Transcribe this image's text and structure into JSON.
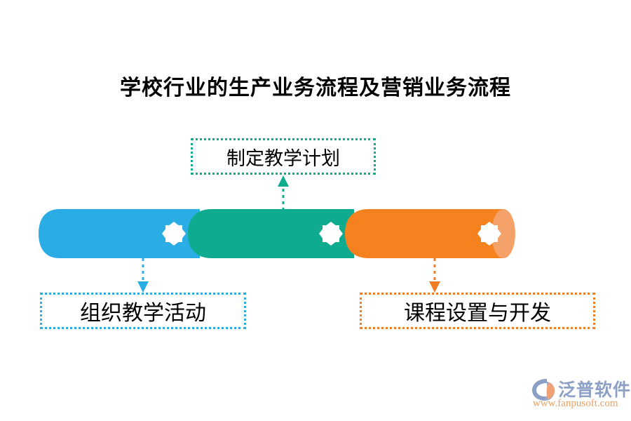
{
  "page": {
    "title": "学校行业的生产业务流程及营销业务流程",
    "background": "#ffffff"
  },
  "diagram": {
    "type": "process-cylinder",
    "cylinder": {
      "segments": [
        {
          "name": "segment-blue",
          "color": "#29ade4",
          "marker": "eight-point-star",
          "marker_color": "#ffffff"
        },
        {
          "name": "segment-green",
          "color": "#0fab8e",
          "marker": "eight-point-star",
          "marker_color": "#ffffff"
        },
        {
          "name": "segment-orange",
          "color": "#f5821f",
          "marker": "eight-point-star",
          "marker_color": "#ffffff",
          "end_cap_color": "#f5a16a"
        }
      ]
    },
    "nodes": [
      {
        "id": "box-top",
        "label": "制定教学计划",
        "border_color": "#0fab8e",
        "connector": "arrow-up",
        "position": "above-bar"
      },
      {
        "id": "box-left",
        "label": "组织教学活动",
        "border_color": "#29ade4",
        "connector": "arrow-down",
        "position": "below-bar-left"
      },
      {
        "id": "box-right",
        "label": "课程设置与开发",
        "border_color": "#f07d23",
        "connector": "arrow-down",
        "position": "below-bar-right"
      }
    ]
  },
  "logo": {
    "name": "泛普软件",
    "url": "www.fanpusoft.com",
    "mark": "fanpu-leaf-logo",
    "name_color": "#8ba0c4",
    "url_color": "#f0a060"
  }
}
